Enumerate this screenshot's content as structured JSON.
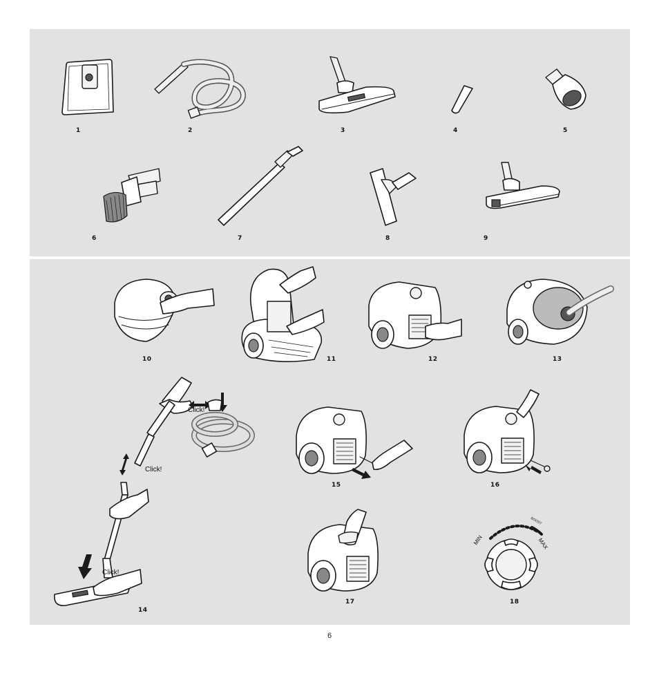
{
  "accessories": {
    "labels": [
      "1",
      "2",
      "3",
      "4",
      "5",
      "6",
      "7",
      "8",
      "9"
    ]
  },
  "steps": {
    "labels": [
      "10",
      "11",
      "12",
      "13",
      "14",
      "15",
      "16",
      "17",
      "18"
    ],
    "click_text": "Click!",
    "power_dial": {
      "min_label": "MIN",
      "max_label": "MAX",
      "boost_label": "BOOST"
    }
  },
  "page_number": "6"
}
